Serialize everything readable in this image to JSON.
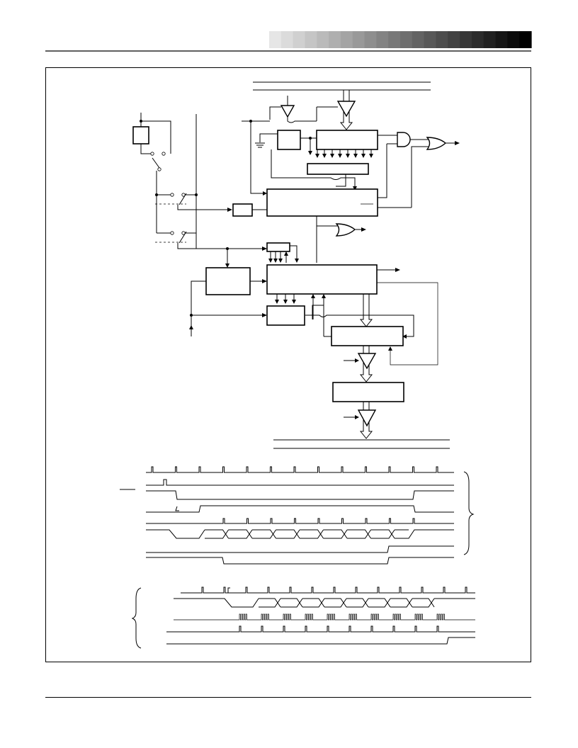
{
  "header": {
    "gradient_bar": {
      "start_color": "#e6e6e6",
      "end_color": "#000000",
      "steps": 22
    }
  },
  "colors": {
    "ink": "#000000",
    "paper": "#ffffff"
  },
  "figure": {
    "block_diagram": {
      "blocks": [
        "gate-block",
        "counter-block",
        "decoder-block",
        "control-register",
        "small-buffer",
        "control-logic",
        "mode-block",
        "main-register",
        "small-register",
        "latch-block",
        "output-register",
        "aux-block"
      ],
      "gates": [
        "and-gate",
        "or-gate-output",
        "or-gate-status"
      ],
      "buffers": [
        "bus-input-buffer",
        "inverter-buffer",
        "latch-buffer",
        "output-buffer"
      ]
    },
    "timing_diagram_1": {
      "signal_count": 8
    },
    "timing_diagram_2": {
      "signal_count": 5
    }
  }
}
